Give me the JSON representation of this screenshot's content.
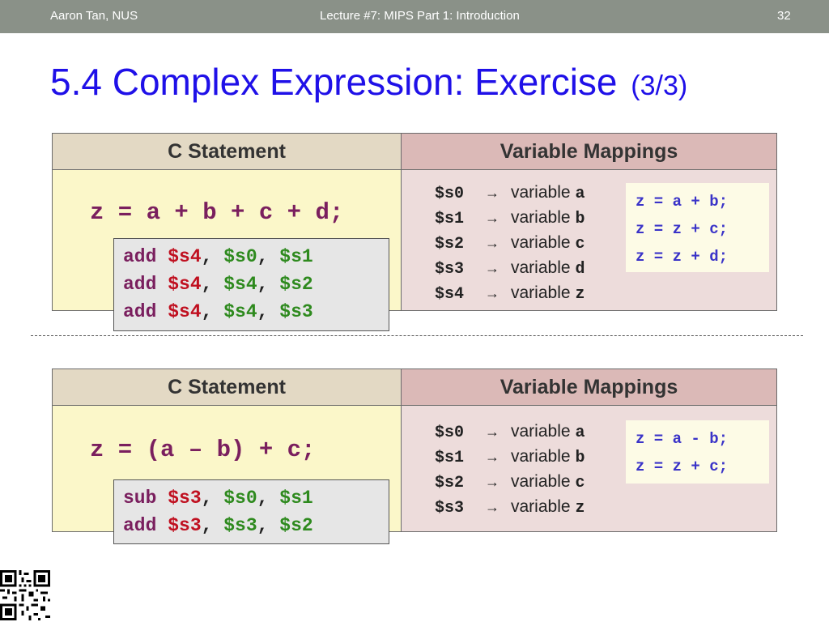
{
  "header": {
    "author": "Aaron Tan, NUS",
    "lecture": "Lecture #7: MIPS Part 1: Introduction",
    "page_number": "32"
  },
  "title": {
    "main": "5.4 Complex Expression: Exercise",
    "part": "(3/3)"
  },
  "colors": {
    "header_bar": "#8a9188",
    "title": "#1f10e8",
    "c_statement_header": "#e3d9c4",
    "mapping_header": "#dbb9b7",
    "c_statement_body": "#fbf7c9",
    "mapping_body": "#eddcdb",
    "register_dest": "#c01020",
    "register_src": "#2e8a1e",
    "instruction": "#7a1f5e",
    "expression": "#3a33c8"
  },
  "arrow_glyph": "→",
  "exercises": [
    {
      "col_left": "C Statement",
      "col_right": "Variable Mappings",
      "c_statement": "z = a + b + c + d;",
      "mappings": [
        {
          "reg": "$s0",
          "word": "variable",
          "var": "a"
        },
        {
          "reg": "$s1",
          "word": "variable",
          "var": "b"
        },
        {
          "reg": "$s2",
          "word": "variable",
          "var": "c"
        },
        {
          "reg": "$s3",
          "word": "variable",
          "var": "d"
        },
        {
          "reg": "$s4",
          "word": "variable",
          "var": "z"
        }
      ],
      "expressions": [
        "z = a + b;",
        "z = z + c;",
        "z = z + d;"
      ],
      "assembly": [
        {
          "op": "add",
          "dst": "$s4",
          "s1": "$s0",
          "s2": "$s1"
        },
        {
          "op": "add",
          "dst": "$s4",
          "s1": "$s4",
          "s2": "$s2"
        },
        {
          "op": "add",
          "dst": "$s4",
          "s1": "$s4",
          "s2": "$s3"
        }
      ]
    },
    {
      "col_left": "C Statement",
      "col_right": "Variable Mappings",
      "c_statement": "z = (a – b) + c;",
      "mappings": [
        {
          "reg": "$s0",
          "word": "variable",
          "var": "a"
        },
        {
          "reg": "$s1",
          "word": "variable",
          "var": "b"
        },
        {
          "reg": "$s2",
          "word": "variable",
          "var": "c"
        },
        {
          "reg": "$s3",
          "word": "variable",
          "var": "z"
        }
      ],
      "expressions": [
        "z = a - b;",
        "z = z + c;"
      ],
      "assembly": [
        {
          "op": "sub",
          "dst": "$s3",
          "s1": "$s0",
          "s2": "$s1"
        },
        {
          "op": "add",
          "dst": "$s3",
          "s1": "$s3",
          "s2": "$s2"
        }
      ]
    }
  ],
  "qr_code": {
    "icon": "qr-code-icon"
  }
}
